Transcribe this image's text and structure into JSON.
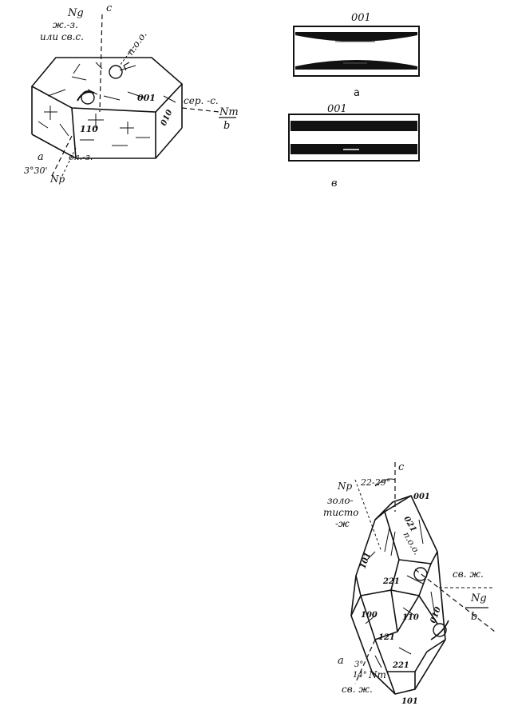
{
  "figure1": {
    "axis_c": "c",
    "axis_ng": "Ng",
    "color_top_1": "ж.-з.",
    "color_top_2": "или св.с.",
    "optic_plane": "п.о.о.",
    "face_001": "001",
    "face_010": "010",
    "face_110": "110",
    "color_side": "сер. -с.",
    "axis_nm": "Nm",
    "axis_b": "b",
    "axis_a": "a",
    "angle": "3°30'",
    "color_bottom": "ол.-з.",
    "axis_np": "Np"
  },
  "figure2": {
    "label_top": "001",
    "caption_a": "а",
    "label_bottom": "001",
    "caption_b": "в"
  },
  "figure3": {
    "axis_c": "c",
    "angle_top": "22-29°",
    "axis_np": "Np",
    "color_left_1": "золо-",
    "color_left_2": "тисто",
    "color_left_3": "-ж",
    "face_001": "001",
    "face_021": "021",
    "optic_plane": "п.о.о.",
    "face_101": "101",
    "face_221_top": "221",
    "color_right": "св. ж.",
    "axis_ng": "Ng",
    "axis_b": "b",
    "face_100": "100",
    "face_110": "110",
    "face_010": "010",
    "face_121": "121",
    "face_221_bottom": "221",
    "face_101_bottom": "101",
    "axis_a": "a",
    "angle_bottom_1": "3°",
    "angle_bottom_2": "14°",
    "axis_nm": "Nm",
    "color_bottom": "св. ж."
  }
}
